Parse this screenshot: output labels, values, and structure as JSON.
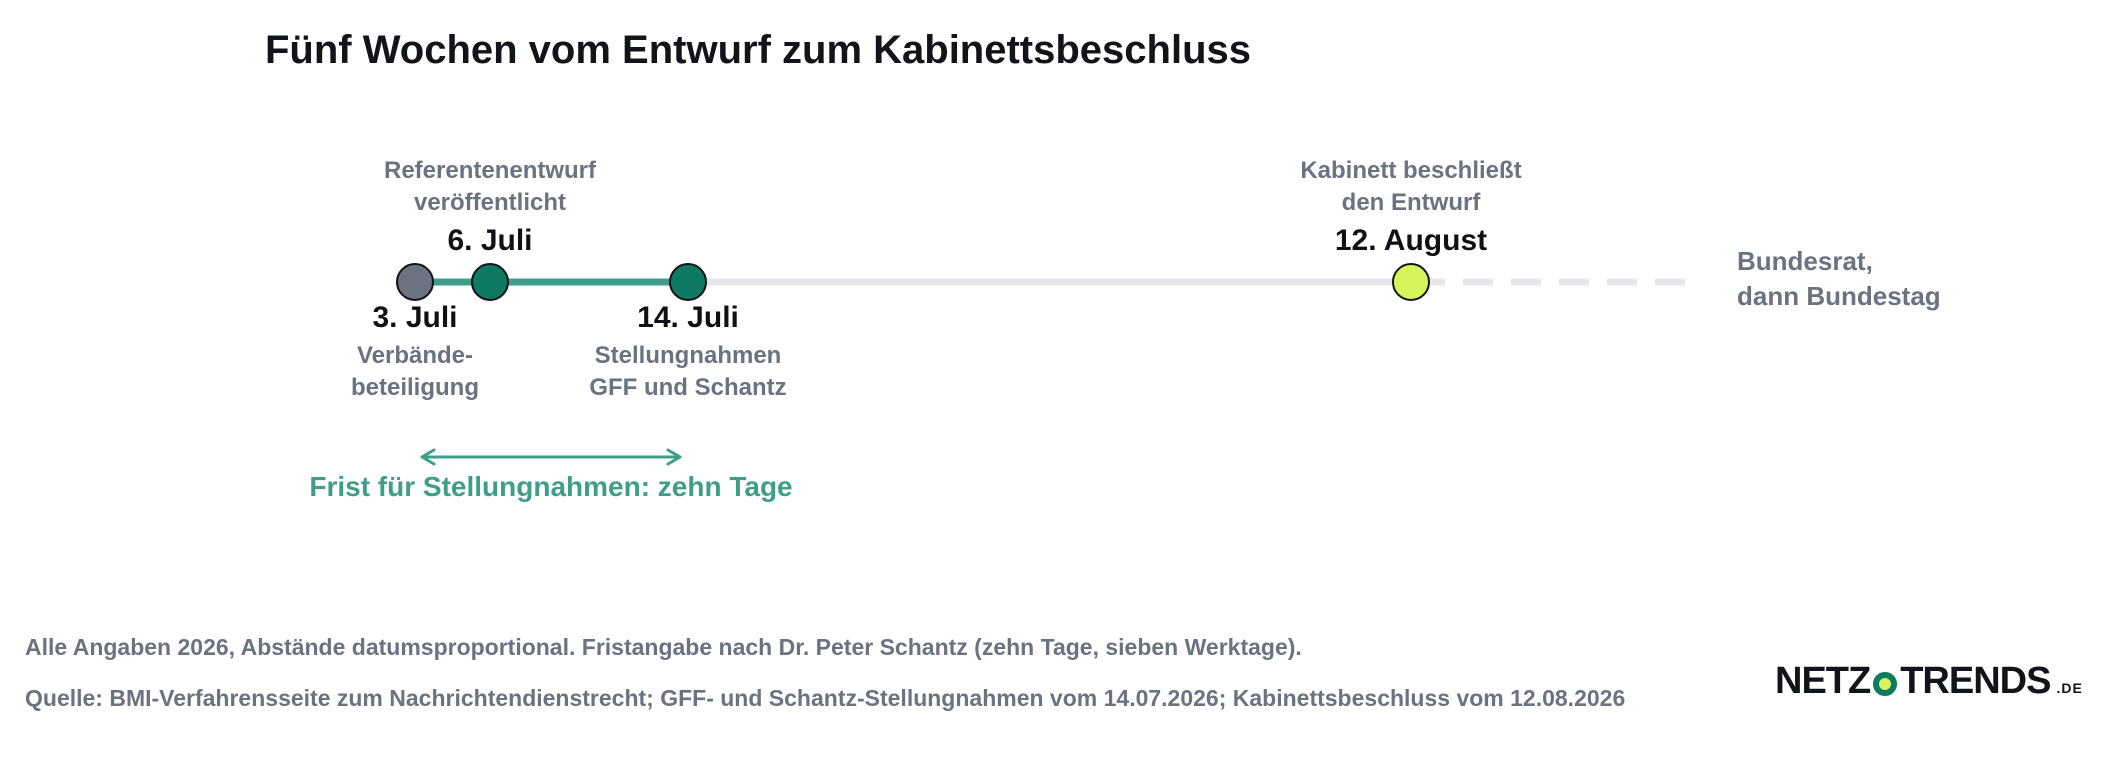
{
  "title": "Fünf Wochen vom Entwurf zum Kabinettsbeschluss",
  "events": [
    {
      "date_label": "3. Juli",
      "caption": [
        "Verbände-",
        "beteiligung"
      ],
      "color": "#6b7280"
    },
    {
      "date_label": "6. Juli",
      "caption": [
        "Referentenentwurf",
        "veröffentlicht"
      ],
      "color": "#0e7a64"
    },
    {
      "date_label": "14. Juli",
      "caption": [
        "Stellungnahmen",
        "GFF und Schantz"
      ],
      "color": "#0e7a64"
    },
    {
      "date_label": "12. August",
      "caption": [
        "Kabinett beschließt",
        "den Entwurf"
      ],
      "color": "#d7f55a"
    }
  ],
  "continuation": [
    "Bundesrat,",
    "dann Bundestag"
  ],
  "deadline": {
    "label": "Frist für Stellungnahmen: zehn Tage",
    "color": "#3f9e8a"
  },
  "footnotes": [
    "Alle Angaben 2026, Abstände datumsproportional. Fristangabe nach Dr. Peter Schantz (zehn Tage, sieben Werktage).",
    "Quelle: BMI-Verfahrensseite zum Nachrichtendienstrecht; GFF- und Schantz-Stellungnahmen vom 14.07.2026; Kabinettsbeschluss vom 12.08.2026"
  ],
  "logo": {
    "left": "NETZ",
    "right": "TRENDS",
    "tld": ".DE"
  }
}
